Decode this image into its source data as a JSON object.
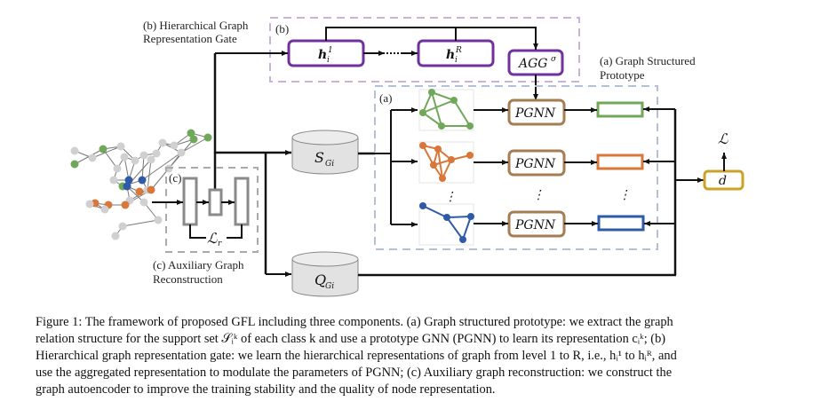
{
  "labels": {
    "b_title_line1": "(b) Hierarchical Graph",
    "b_title_line2": "Representation Gate",
    "b_tag": "(b)",
    "a_title_line1": "(a) Graph Structured",
    "a_title_line2": "Prototype",
    "a_tag": "(a)",
    "c_title_line1": "(c) Auxiliary Graph",
    "c_title_line2": "Reconstruction",
    "c_tag": "(c)"
  },
  "nodes": {
    "h1": {
      "base": "h",
      "sub": "i",
      "sup": "1"
    },
    "hR": {
      "base": "h",
      "sub": "i",
      "sup": "R"
    },
    "agg": {
      "base": "AGG",
      "sup": "σ"
    },
    "pgnn": "PGNN",
    "support_db": {
      "base": "S",
      "sub": "Gi"
    },
    "query_db": {
      "base": "Q",
      "sub": "Gi"
    },
    "distance": "d",
    "loss": "ℒ",
    "recon_loss": {
      "base": "ℒ",
      "sub": "r"
    },
    "dots": "⋮"
  },
  "colors": {
    "gate_purple": "#7030a0",
    "gate_dash": "#c9b3dc",
    "proto_dash": "#b4c0d6",
    "pgnn_brown": "#a67c52",
    "class1_green": "#70a85a",
    "class2_orange": "#d9773a",
    "class3_blue": "#2f5aa8",
    "distance_gold": "#c9a227",
    "recon_gray": "#8a8a8a",
    "node_gray": "#d0d0d0"
  },
  "caption": {
    "lines": [
      "Figure 1: The framework of proposed GFL including three components. (a) Graph structured prototype: we extract the graph",
      "relation structure for the support set 𝒮ᵢᵏ of each class k and use a prototype GNN (PGNN) to learn its representation cᵢᵏ; (b)",
      "Hierarchical graph representation gate: we learn the hierarchical representations of graph from level 1 to R, i.e., hᵢ¹ to hᵢᴿ, and",
      "use the aggregated representation to modulate the parameters of PGNN; (c) Auxiliary graph reconstruction: we construct the",
      "graph autoencoder to improve the training stability and the quality of node representation."
    ]
  }
}
